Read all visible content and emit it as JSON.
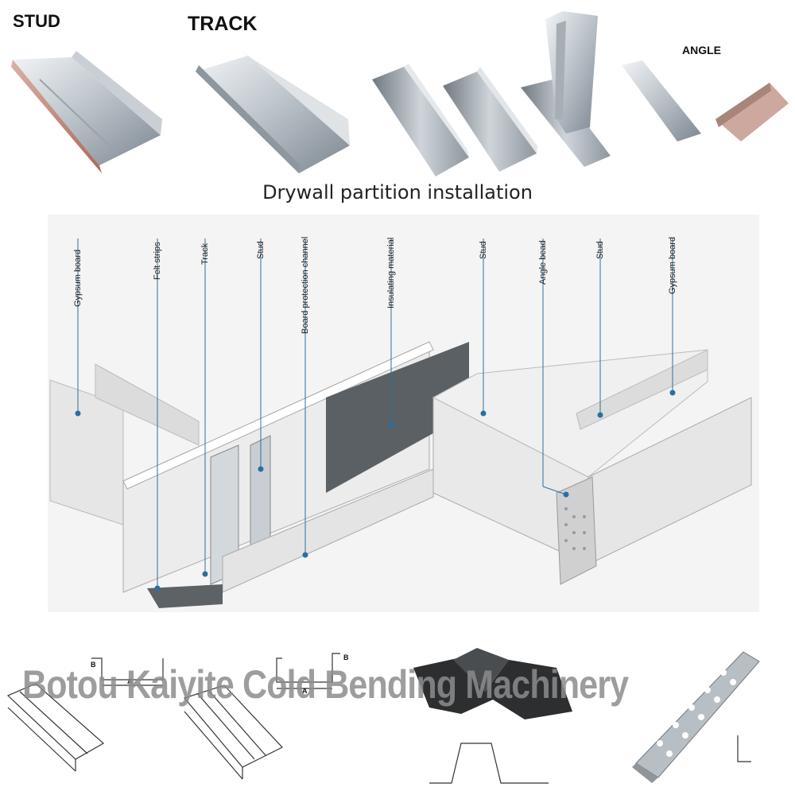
{
  "headers": {
    "stud": "STUD",
    "track": "TRACK",
    "angle": "ANGLE"
  },
  "caption": "Drywall partition installation",
  "callouts": [
    {
      "id": "gypsum-board-left",
      "text": "Gypsum board"
    },
    {
      "id": "felt-strips",
      "text": "Felt strips"
    },
    {
      "id": "track",
      "text": "Track"
    },
    {
      "id": "stud-left",
      "text": "Stud"
    },
    {
      "id": "board-protection-channel",
      "text": "Board protection channel"
    },
    {
      "id": "insulating-material",
      "text": "Insulating material"
    },
    {
      "id": "stud-mid",
      "text": "Stud"
    },
    {
      "id": "angle-bead",
      "text": "Angle bead"
    },
    {
      "id": "stud-right",
      "text": "Stud"
    },
    {
      "id": "gypsum-board-right",
      "text": "Gypsum board"
    }
  ],
  "dimension_labels": {
    "b1": "B",
    "a1": "A",
    "b2": "B",
    "a2": "A"
  },
  "watermark": "Botou Kaiyite Cold Bending Machinery",
  "colors": {
    "metal_light": "#d8dde2",
    "metal_dark": "#8a949c",
    "panel": "#e8e8e8",
    "leader": "#2b6fa0",
    "insulation": "#555a5e"
  }
}
